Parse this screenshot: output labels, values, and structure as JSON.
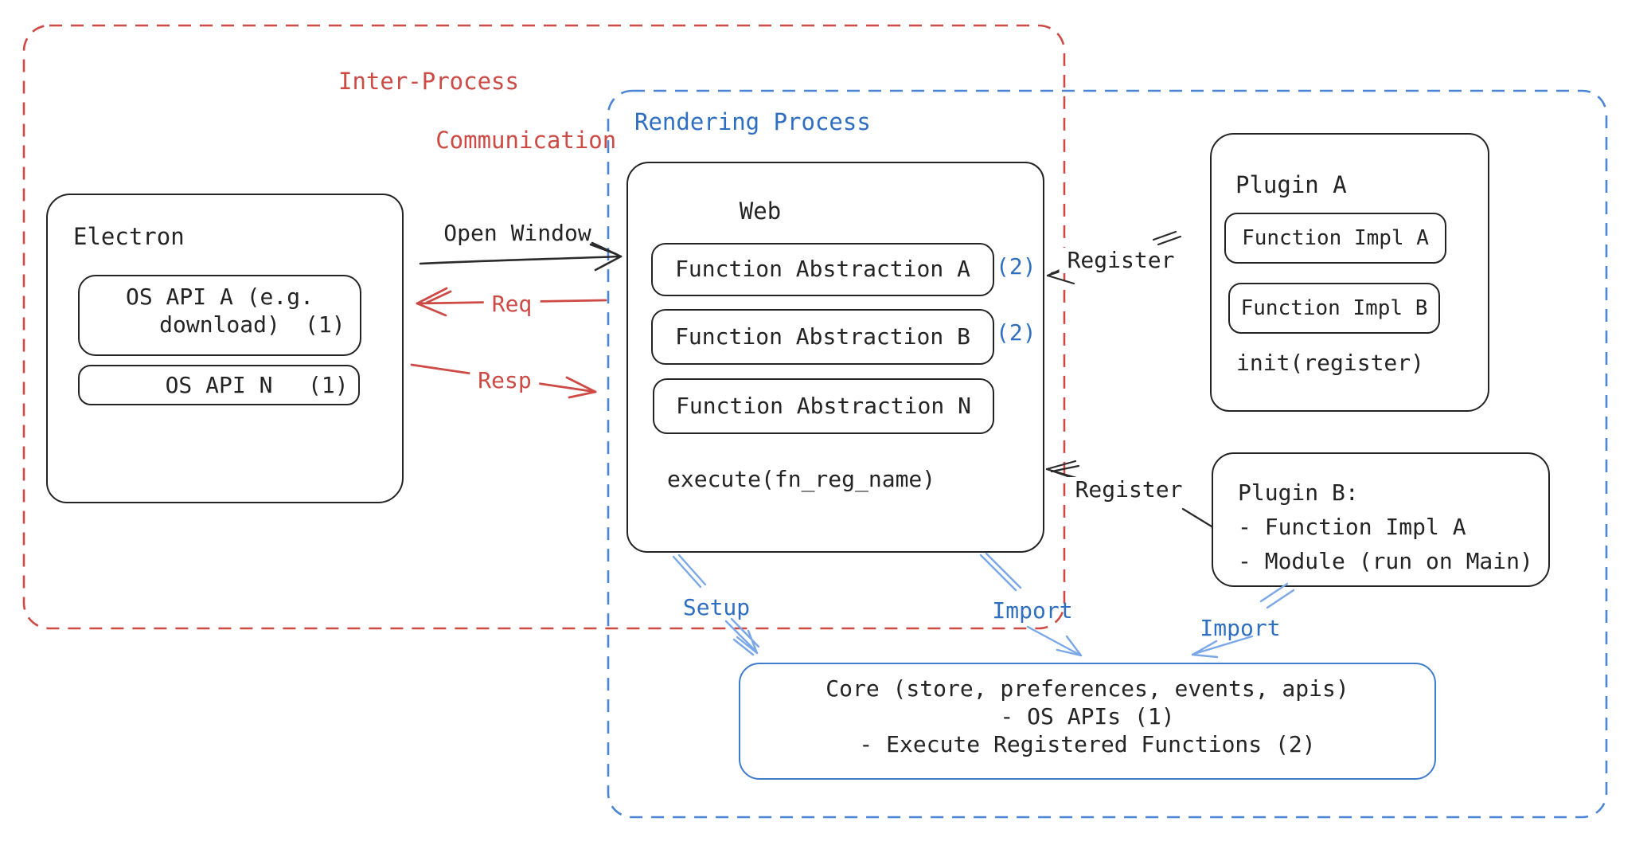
{
  "colors": {
    "black_stroke": "#242424",
    "red_accent": "#cd4a45",
    "blue_text": "#2f6fc1",
    "blue_dash_stroke": "#4b86d6",
    "core_border": "#3f7dca",
    "light_blue_arrow": "#7aa7e8",
    "background": "#ffffff"
  },
  "ipc_box": {
    "label_line1": "Inter-Process",
    "label_line2": "Communication"
  },
  "rendering_box": {
    "label": "Rendering Process"
  },
  "electron_box": {
    "title": "Electron",
    "os_api_a_line1": "OS API A (e.g.",
    "os_api_a_line2": "download)",
    "os_api_a_badge": "(1)",
    "os_api_n_label": "OS API N",
    "os_api_n_badge": "(1)"
  },
  "web_box": {
    "title": "Web",
    "fa_a": "Function Abstraction A",
    "fa_a_badge": "(2)",
    "fa_b": "Function Abstraction B",
    "fa_b_badge": "(2)",
    "fa_n": "Function Abstraction N",
    "execute_label": "execute(fn_reg_name)"
  },
  "plugin_a_box": {
    "title": "Plugin A",
    "impl_a": "Function Impl A",
    "impl_b": "Function Impl B",
    "init_label": "init(register)"
  },
  "plugin_b_box": {
    "title": "Plugin B:",
    "item_1": "- Function Impl A",
    "item_2": "- Module (run on Main)"
  },
  "core_box": {
    "line1": "Core (store, preferences, events, apis)",
    "line2": "- OS APIs (1)",
    "line3": "- Execute Registered Functions (2)"
  },
  "edges": {
    "open_window": "Open Window",
    "req": "Req",
    "resp": "Resp",
    "register_plugin_a": "Register",
    "register_plugin_b": "Register",
    "setup": "Setup",
    "import_web": "Import",
    "import_plugin_b": "Import"
  }
}
